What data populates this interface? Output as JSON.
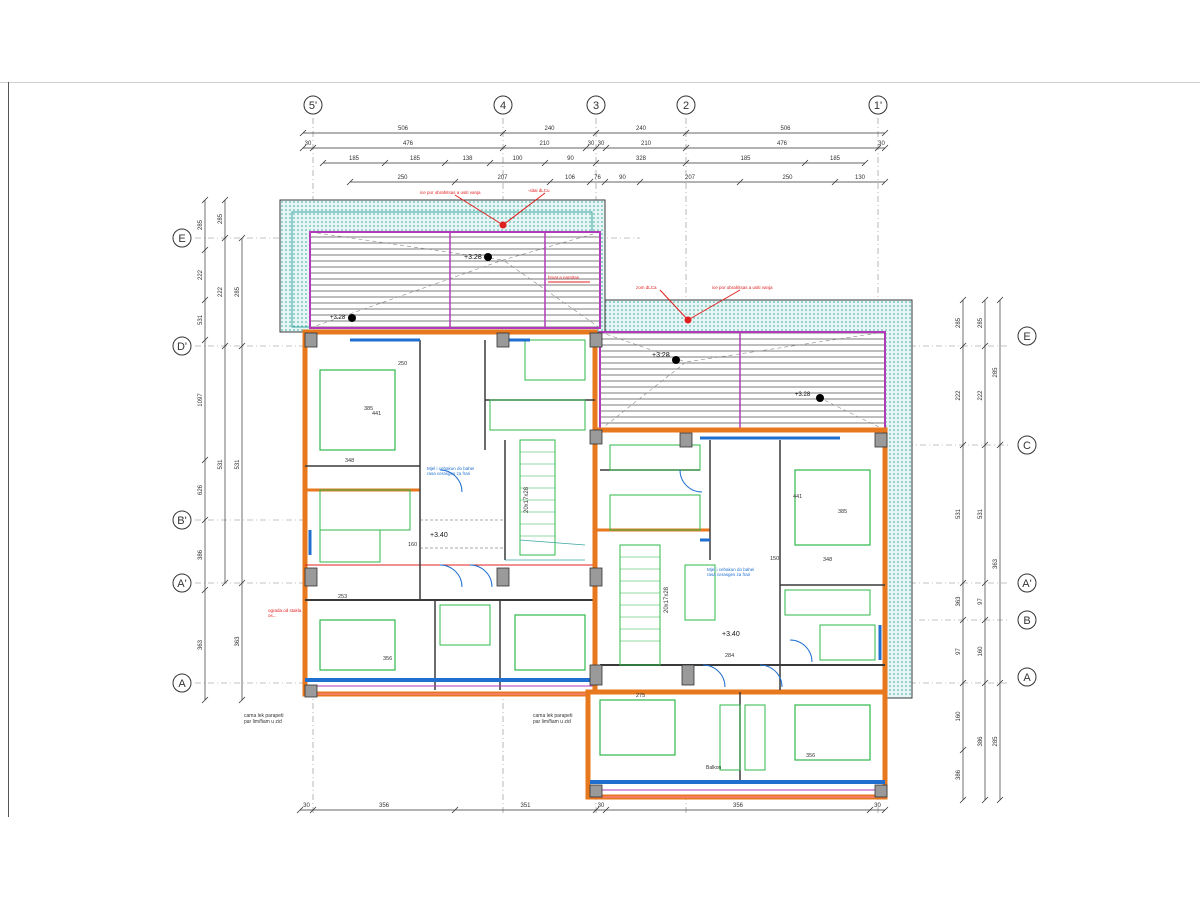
{
  "grid_top": [
    "5'",
    "4",
    "3",
    "2",
    "1'"
  ],
  "grid_left": [
    "E",
    "D'",
    "B'",
    "A'",
    "A"
  ],
  "grid_right": [
    "E",
    "C",
    "A'",
    "B",
    "A"
  ],
  "dims_row1": [
    "506",
    "240",
    "240",
    "506"
  ],
  "dims_row2": [
    "30",
    "476",
    "210",
    "30",
    "30",
    "210",
    "476",
    "30"
  ],
  "dims_row3": [
    "185",
    "185",
    "138",
    "100",
    "90",
    "328",
    "185",
    "185"
  ],
  "dims_row4": [
    "250",
    "207",
    "106",
    "76",
    "90",
    "207",
    "250",
    "130"
  ],
  "dims_bottom": [
    "30",
    "356",
    "351",
    "30",
    "356",
    "30"
  ],
  "dims_left": [
    "285",
    "222",
    "531",
    "1097",
    "626",
    "386",
    "363"
  ],
  "dims_right": [
    "285",
    "222",
    "531",
    "363",
    "97",
    "160",
    "386",
    "285"
  ],
  "levels": [
    "+3.40",
    "+3.40",
    "+3.28",
    "+3.28"
  ],
  "stairs": [
    "20x17x28",
    "20x17x28"
  ],
  "room_dims": [
    "441",
    "441",
    "250",
    "348",
    "348",
    "253",
    "356",
    "356",
    "284",
    "275",
    "160",
    "150",
    "385",
    "385"
  ],
  "notes": {
    "facade_left": "ograda od stakla\nos...",
    "parapet_left": "cama lek parapeti\npar lim/fiam u zid",
    "parapet_mid": "cama lek parapeti\npar lim/fiam u zid",
    "shaft_left": "Mjel i cehakun do bahei\nrasa cerasges za frari",
    "shaft_right": "Mjel i cehakun do bahei\nrasa cerasges za frari",
    "balcony": "Balkon"
  },
  "colors": {
    "wall": "#e8781e",
    "line": "#3a3a3a",
    "hatch": "#6a6a6a",
    "green": "#2fb84a",
    "blue": "#1f6fd0",
    "magenta": "#b03ab8",
    "red": "#e02020",
    "teal": "#3aa6a0",
    "pink": "#ff7fb0"
  }
}
